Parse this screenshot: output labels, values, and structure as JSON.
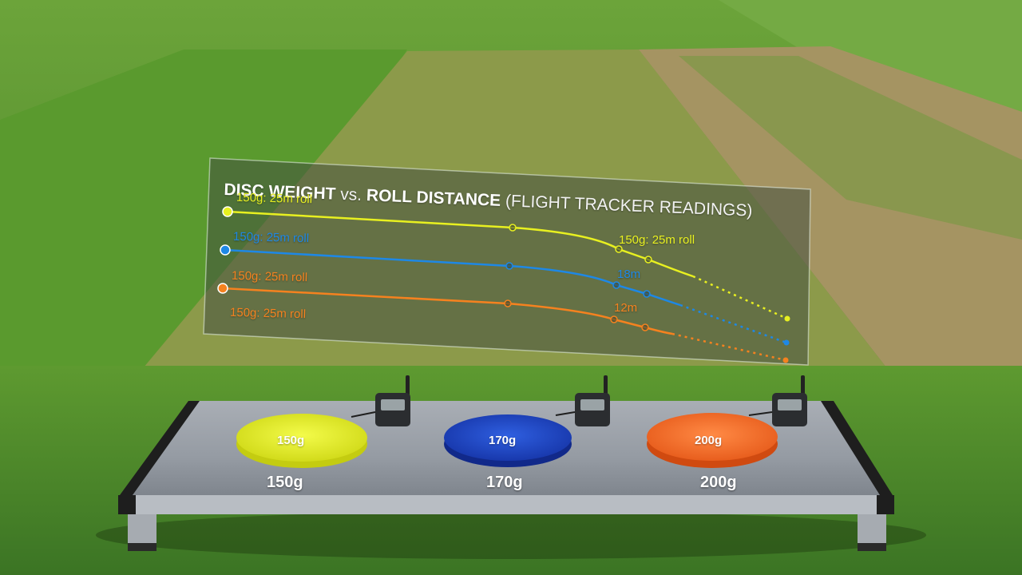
{
  "chart": {
    "title_part1": "DISC WEIGHT",
    "title_part2": "vs.",
    "title_part3": "ROLL DISTANCE",
    "title_part4": "(FLIGHT TRACKER READINGS)"
  },
  "series": [
    {
      "label_start": "150g: 25m roll",
      "label_end": "150g: 25m roll",
      "color": "#e8f020"
    },
    {
      "label_start": "150g: 25m roll",
      "label_end": "18m",
      "color": "#1e88e5"
    },
    {
      "label_start": "150g: 25m roll",
      "label_end": "12m",
      "color": "#f5821f"
    }
  ],
  "discs": [
    {
      "disc_label": "150g",
      "plate_label": "150g",
      "color": "#e6f021"
    },
    {
      "disc_label": "170g",
      "plate_label": "170g",
      "color": "#1e46c8"
    },
    {
      "disc_label": "200g",
      "plate_label": "200g",
      "color": "#f5702a"
    }
  ],
  "colors": {
    "grass": "#4e8a2c",
    "field_mown": "#6ea236",
    "table_top": "#9aa0a8"
  }
}
